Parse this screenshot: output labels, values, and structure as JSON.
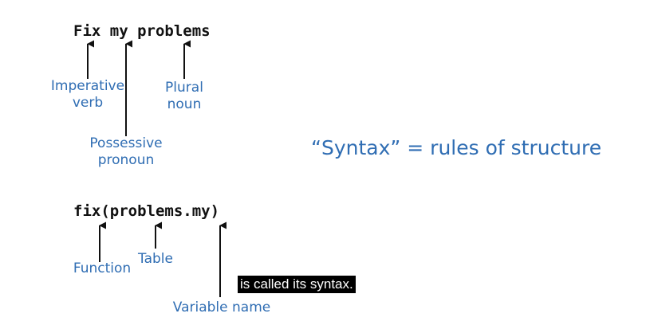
{
  "sentence_example": {
    "code": "Fix my problems",
    "labels": {
      "imperative_verb": "Imperative\nverb",
      "plural_noun": "Plural\nnoun",
      "possessive_pronoun": "Possessive\npronoun"
    }
  },
  "code_example": {
    "code": "fix(problems.my)",
    "labels": {
      "function": "Function",
      "table": "Table",
      "variable_name": "Variable name"
    }
  },
  "definition": "“Syntax” = rules of structure",
  "subtitle": "is called its syntax.",
  "colors": {
    "label_blue": "#2f6db3",
    "code_black": "#111111",
    "subtitle_bg": "#000000",
    "subtitle_text": "#ffffff"
  }
}
